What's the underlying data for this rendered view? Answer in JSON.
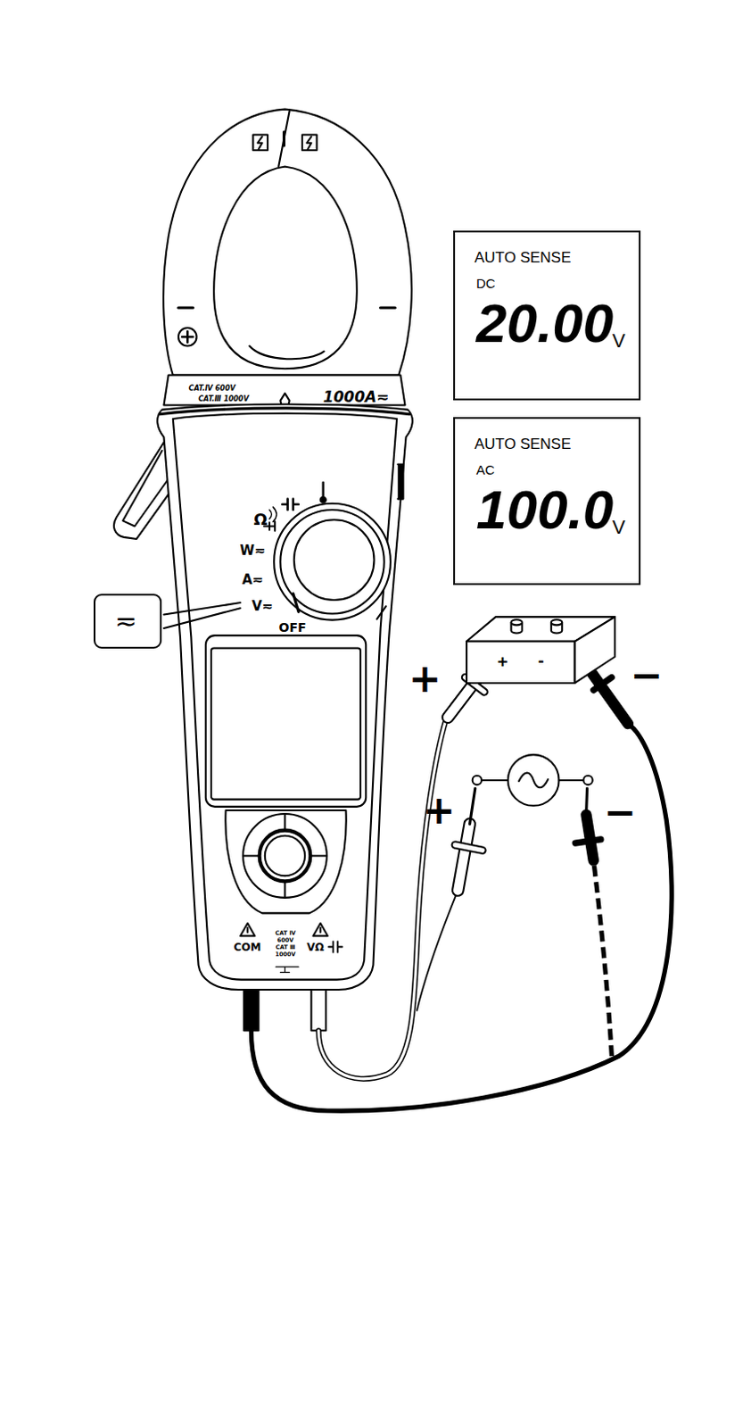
{
  "diagram": {
    "nodes": [
      {
        "text": [
          "AUTO SENSE",
          "DC",
          "20.00",
          "V"
        ]
      },
      {
        "text": [
          "AUTO SENSE",
          "AC",
          "100.0",
          "V"
        ]
      },
      {
        "text": [
          "≂"
        ]
      },
      {
        "text": [
          "+",
          "-"
        ]
      }
    ],
    "labels": [
      "CAT.Ⅳ 600V",
      "CAT.Ⅲ 1000V",
      "1000A≂",
      "Ω",
      "W≂",
      "A≂",
      "V≂",
      "OFF",
      "COM",
      "CAT Ⅳ",
      "600V",
      "CAT Ⅲ",
      "1000V",
      "VΩ",
      "+",
      "−",
      "+",
      "−"
    ]
  }
}
